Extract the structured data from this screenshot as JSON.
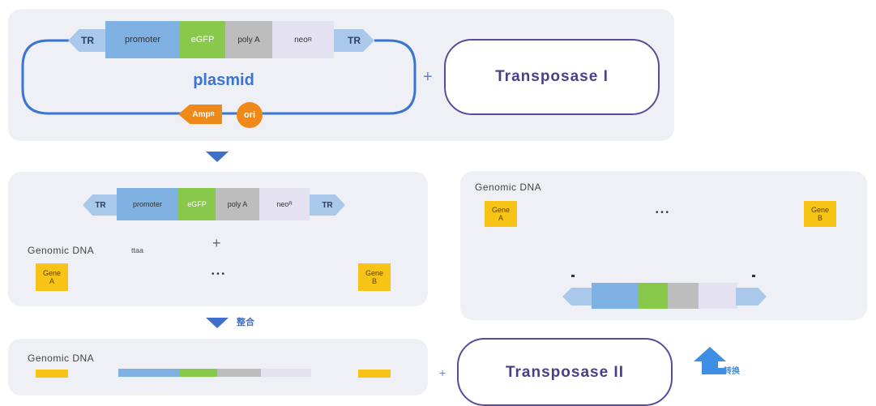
{
  "top_cassette": {
    "tr_left": "TR",
    "promoter": "promoter",
    "egfp": "eGFP",
    "polya": "poly A",
    "neo": "neo",
    "neo_sup": "R",
    "tr_right": "TR"
  },
  "plasmid_label": "plasmid",
  "amp_label": "Amp",
  "amp_sup": "R",
  "ori_label": "ori",
  "plus_sign": "+",
  "transposase1": "Transposase I",
  "mid_cassette": {
    "tr_left": "TR",
    "promoter": "promoter",
    "egfp": "eGFP",
    "polya": "poly A",
    "neo": "neo",
    "neo_sup": "R",
    "tr_right": "TR"
  },
  "genomic_dna": "Genomic DNA",
  "ttaa_note": "ttaa",
  "gene_a": "Gene\nA",
  "gene_b": "Gene\nB",
  "step_label": "整合",
  "transposase2": "Transposase II",
  "right_note": "转换",
  "colors": {
    "tr": "#aac8ea",
    "promoter": "#7fb1e2",
    "egfp": "#88c84a",
    "polya": "#bdbdbd",
    "neo": "#e4e2f1",
    "gene": "#f6c316",
    "amp": "#ef8a1a",
    "plasmid_line": "#3b74d1",
    "purple": "#5a4a9a"
  }
}
